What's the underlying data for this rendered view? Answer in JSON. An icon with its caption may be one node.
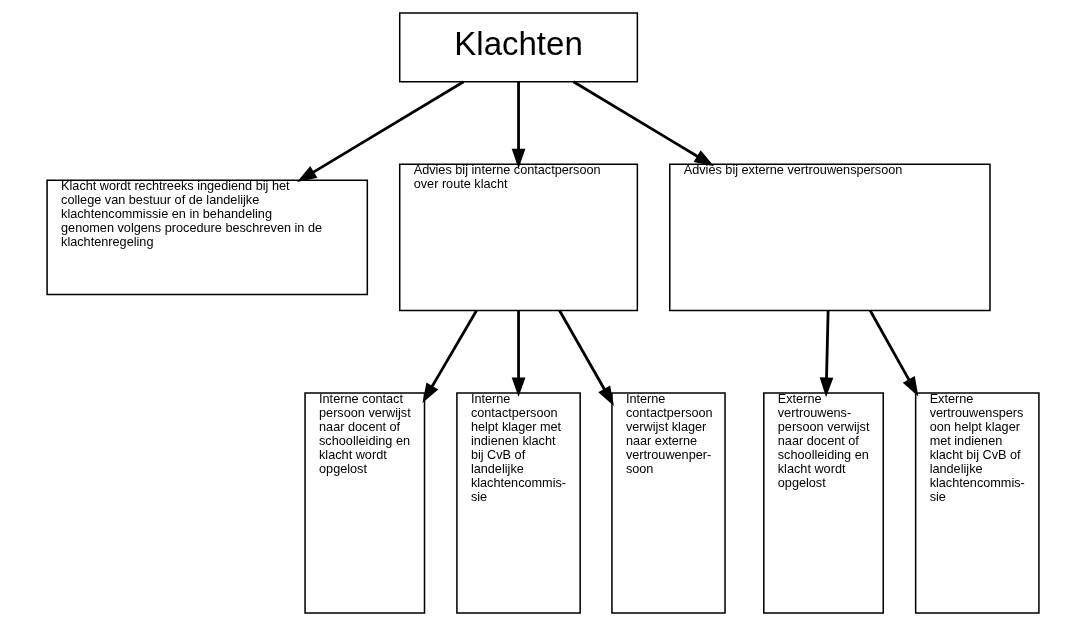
{
  "diagram": {
    "nodes": [
      {
        "text": [
          "Klachten"
        ]
      },
      {
        "text": [
          "Klacht wordt rechtreeks ingediend bij het college van bestuur of de landelijke klachtencommissie en in behandeling genomen volgens procedure beschreven in de klachtenregeling"
        ]
      },
      {
        "text": [
          "Advies bij interne contactpersoon over route klacht"
        ]
      },
      {
        "text": [
          "Advies bij externe vertrouwenspersoon"
        ]
      },
      {
        "text": [
          "Interne contact persoon verwijst naar docent of schoolleiding en klacht wordt opgelost"
        ]
      },
      {
        "text": [
          "Interne contactpersoon helpt klager met indienen klacht bij CvB of landelijke klachtencommis- sie"
        ]
      },
      {
        "text": [
          "Interne contactpersoon verwijst klager naar externe vertrouwenper- soon"
        ]
      },
      {
        "text": [
          "Externe vertrouwens- persoon verwijst naar docent of schoolleiding en klacht wordt opgelost"
        ]
      },
      {
        "text": [
          "Externe vertrouwenspers oon helpt klager met indienen klacht bij CvB of landelijke klachtencommis- sie"
        ]
      }
    ],
    "edges": [
      {
        "from": 0,
        "to": 1,
        "arrow": "to"
      },
      {
        "from": 0,
        "to": 2,
        "arrow": "to"
      },
      {
        "from": 0,
        "to": 3,
        "arrow": "to"
      },
      {
        "from": 2,
        "to": 4,
        "arrow": "to"
      },
      {
        "from": 2,
        "to": 5,
        "arrow": "to"
      },
      {
        "from": 2,
        "to": 6,
        "arrow": "to"
      },
      {
        "from": 3,
        "to": 7,
        "arrow": "to"
      },
      {
        "from": 3,
        "to": 8,
        "arrow": "to"
      }
    ]
  }
}
